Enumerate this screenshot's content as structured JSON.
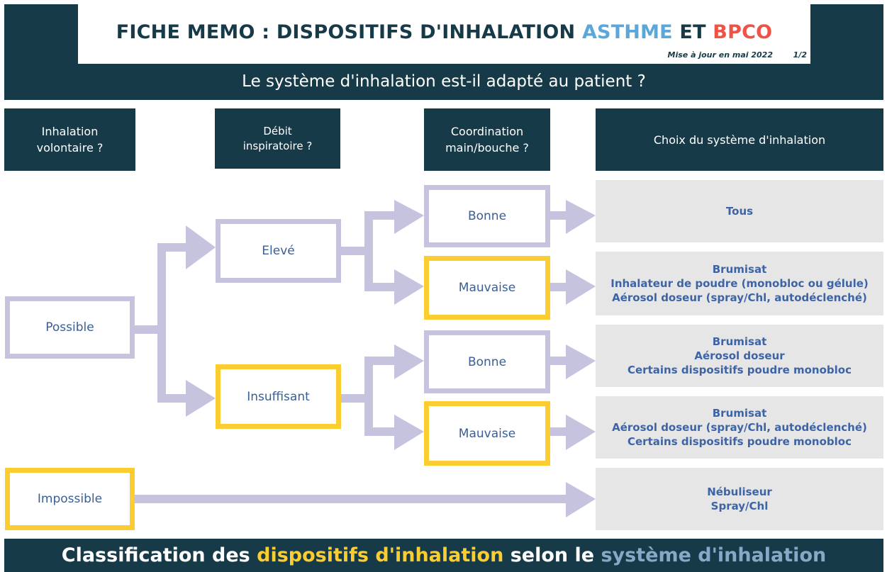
{
  "header": {
    "title_prefix": "FICHE MEMO : DISPOSITIFS D'INHALATION ",
    "title_asthme": "ASTHME",
    "title_et": " ET ",
    "title_bpco": "BPCO",
    "update_note": "Mise à jour en mai 2022",
    "page": "1/2",
    "question": "Le système d'inhalation est-il adapté au patient ?"
  },
  "columns": {
    "inhalation": [
      "Inhalation",
      "volontaire ?"
    ],
    "debit": [
      "Débit",
      "inspiratoire ?"
    ],
    "coordination": [
      "Coordination",
      "main/bouche ?"
    ],
    "choix": "Choix du système d'inhalation"
  },
  "nodes": {
    "possible": "Possible",
    "impossible": "Impossible",
    "eleve": "Elevé",
    "insuffisant": "Insuffisant",
    "bonne_1": "Bonne",
    "mauvaise_1": "Mauvaise",
    "bonne_2": "Bonne",
    "mauvaise_2": "Mauvaise"
  },
  "results": {
    "r1": [
      "Tous"
    ],
    "r2": [
      "Brumisat",
      "Inhalateur de poudre (monobloc ou gélule)",
      "Aérosol doseur (spray/Chl, autodéclenché)"
    ],
    "r3": [
      "Brumisat",
      "Aérosol doseur",
      "Certains dispositifs poudre monobloc"
    ],
    "r4": [
      "Brumisat",
      "Aérosol doseur (spray/Chl, autodéclenché)",
      "Certains dispositifs poudre monobloc"
    ],
    "r5": [
      "Nébuliseur",
      "Spray/Chl"
    ]
  },
  "footer": {
    "part1": "Classification des ",
    "part2": "dispositifs d'inhalation",
    "part3": " selon le ",
    "part4": "système d'inhalation"
  },
  "colors": {
    "dark": "#173a49",
    "lavender": "#c6c3de",
    "yellow": "#fbcd30",
    "asthme": "#5aa7d9",
    "bpco": "#ef5346",
    "result_text": "#3d64a6"
  }
}
